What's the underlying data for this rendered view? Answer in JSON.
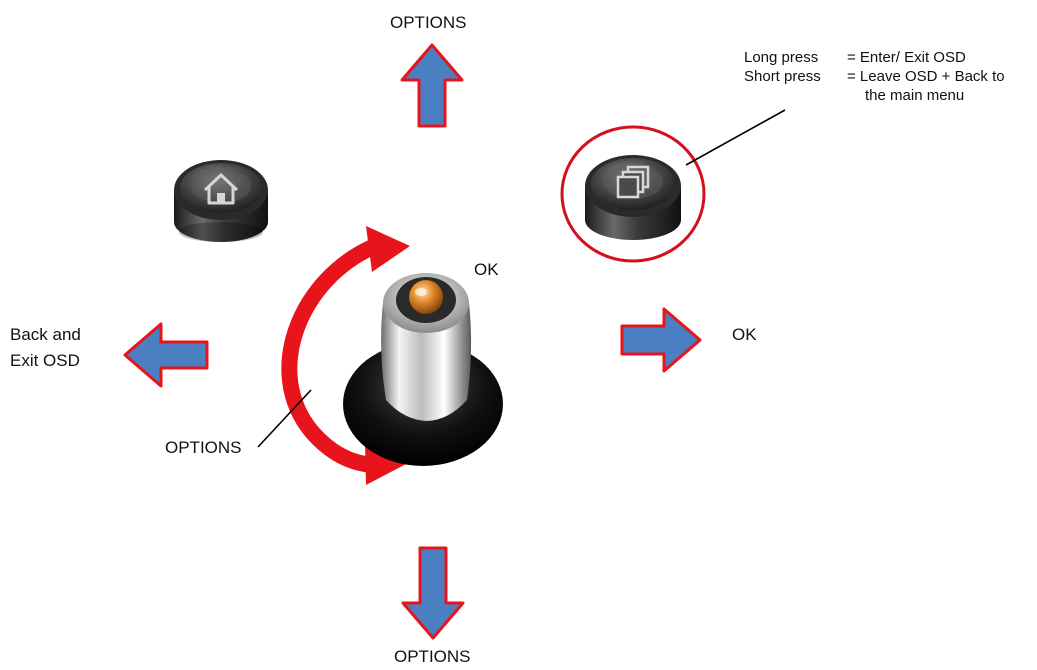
{
  "labels": {
    "top": "OPTIONS",
    "bottom": "OPTIONS",
    "right": "OK",
    "left_line1": "Back and",
    "left_line2": "Exit OSD",
    "center_ok": "OK",
    "rotate": "OPTIONS"
  },
  "menu_button_description": {
    "long_press_key": "Long press",
    "long_press_value": "= Enter/ Exit OSD",
    "short_press_key": "Short press",
    "short_press_value": "= Leave OSD + Back to",
    "short_press_value_cont": "the main menu"
  },
  "icons": {
    "home_button": "home-icon",
    "menu_button": "menu-icon",
    "joystick": "joystick-icon"
  },
  "colors": {
    "arrow_fill": "#4a7fc1",
    "arrow_stroke": "#e8141b",
    "highlight_ring": "#d4101a",
    "button_dark": "#2b2b2b"
  }
}
